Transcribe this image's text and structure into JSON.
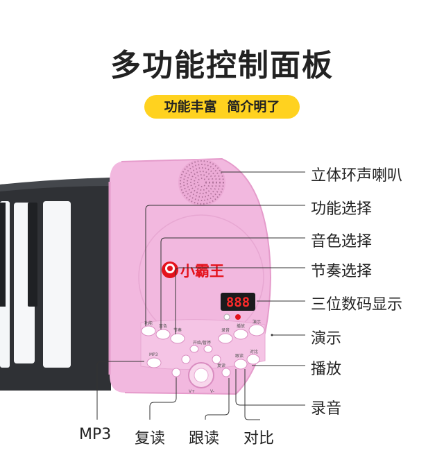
{
  "header": {
    "title": "多功能控制面板",
    "subtitle_part1": "功能丰富",
    "subtitle_part2": "简介明了"
  },
  "brand": {
    "logo_text": "小霸王"
  },
  "panel": {
    "display_digits": "888",
    "button_texts": {
      "function": "功能",
      "tone": "音色",
      "rhythm": "节奏",
      "start_pause": "开始/暂停",
      "record": "录音",
      "play": "播放",
      "demo": "演示",
      "mp3": "MP3",
      "repeat": "复读",
      "follow": "跟读",
      "compare": "对比",
      "vol_down": "V-",
      "vol_up": "V+"
    }
  },
  "callouts": {
    "speaker": "立体环声喇叭",
    "function_select": "功能选择",
    "tone_select": "音色选择",
    "rhythm_select": "节奏选择",
    "display": "三位数码显示",
    "demo": "演示",
    "play": "播放",
    "record": "录音",
    "mp3": "MP3",
    "repeat": "复读",
    "follow": "跟读",
    "compare": "对比"
  },
  "colors": {
    "panel_pink": "#f2b8df",
    "panel_pink_dark": "#e59bcb",
    "keyboard_dark": "#2f3135",
    "accent_yellow": "#ffd21f",
    "brand_red": "#e4121c",
    "led_red": "#ff2a2a"
  }
}
